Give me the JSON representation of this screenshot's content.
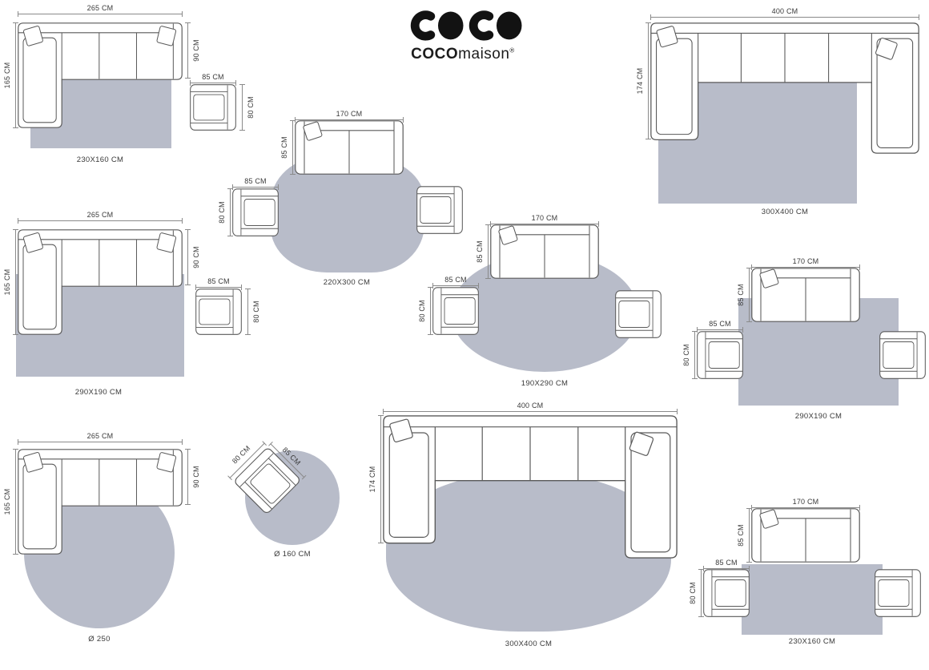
{
  "brand": {
    "name_bold": "COCO",
    "name_light": "maison",
    "registered": "®"
  },
  "colors": {
    "rug": "#b8bcc9",
    "furniture_line": "#5a5a5a",
    "dimension_line": "#8a8a8a",
    "text": "#3a3a3a"
  },
  "scenes": {
    "top_left": {
      "sofa_width": "265 CM",
      "sofa_depth": "165 CM",
      "sofa_side": "90 CM",
      "chair_width": "85 CM",
      "chair_depth": "80 CM",
      "rug_label": "230X160 CM"
    },
    "top_right": {
      "sofa_width": "400 CM",
      "sofa_depth": "174 CM",
      "rug_label": "300X400 CM"
    },
    "mid_center_left": {
      "sofa_width": "170 CM",
      "sofa_depth": "85 CM",
      "chair_width": "85 CM",
      "chair_depth": "80 CM",
      "rug_label": "220X300 CM"
    },
    "mid_left": {
      "sofa_width": "265 CM",
      "sofa_depth": "165 CM",
      "sofa_side": "90 CM",
      "chair_width": "85 CM",
      "chair_depth": "80 CM",
      "rug_label": "290X190 CM"
    },
    "mid_center": {
      "sofa_width": "170 CM",
      "sofa_depth": "85 CM",
      "chair_width": "85 CM",
      "chair_depth": "80 CM",
      "rug_label": "190X290 CM"
    },
    "mid_right": {
      "sofa_width": "170 CM",
      "sofa_depth": "85 CM",
      "chair_width": "85 CM",
      "chair_depth": "80 CM",
      "rug_label": "290X190 CM"
    },
    "bottom_left": {
      "sofa_width": "265 CM",
      "sofa_depth": "165 CM",
      "sofa_side": "90 CM",
      "rug_label": "Ø 250"
    },
    "bottom_chair": {
      "chair_width": "85 CM",
      "chair_depth": "80 CM",
      "rug_label": "Ø 160 CM"
    },
    "bottom_center": {
      "sofa_width": "400 CM",
      "sofa_depth": "174 CM",
      "rug_label": "300X400 CM"
    },
    "bottom_right": {
      "sofa_width": "170 CM",
      "sofa_depth": "85 CM",
      "chair_width": "85 CM",
      "chair_depth": "80 CM",
      "rug_label": "230X160 CM"
    }
  }
}
